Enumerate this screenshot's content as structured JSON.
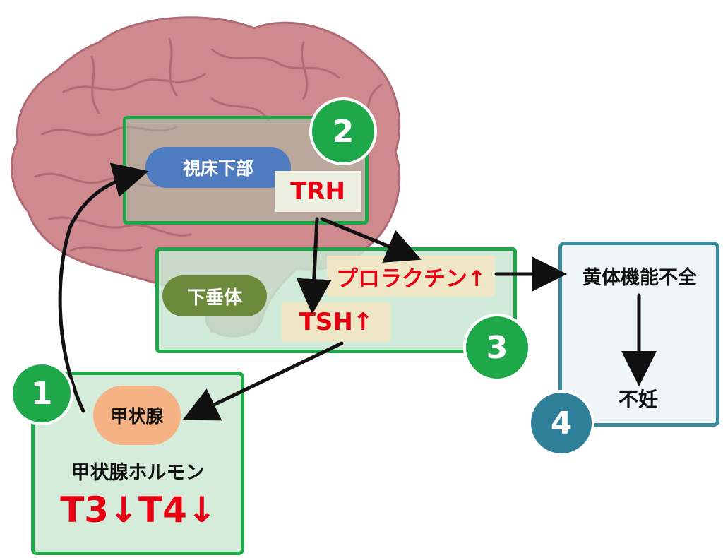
{
  "nodes": {
    "hypothalamus": "視床下部",
    "pituitary": "下垂体",
    "thyroid": "甲状腺",
    "trh": "TRH",
    "tsh": "TSH↑",
    "prolactin": "プロラクチン↑",
    "thyroid_hormone": "甲状腺ホルモン",
    "t3_t4": "T3↓T4↓",
    "luteal_insufficiency": "黄体機能不全",
    "infertility": "不妊"
  },
  "steps": [
    "1",
    "2",
    "3",
    "4"
  ],
  "colors": {
    "box_green_border": "#1ea84a",
    "box_green_fill": "#d4ecd9",
    "box_blue_border": "#3a8aa0",
    "step_green": "#1ea84a",
    "step_blue": "#2f7f98",
    "hormone_red": "#e60012",
    "hypothalamus_blue": "#4f7cc0",
    "pituitary_olive": "#6b8a3c",
    "thyroid_peach": "#f4b285",
    "brain_pink": "#c97f86"
  },
  "icons": {
    "brain": "brain-illustration",
    "arrow": "black-arrow"
  }
}
